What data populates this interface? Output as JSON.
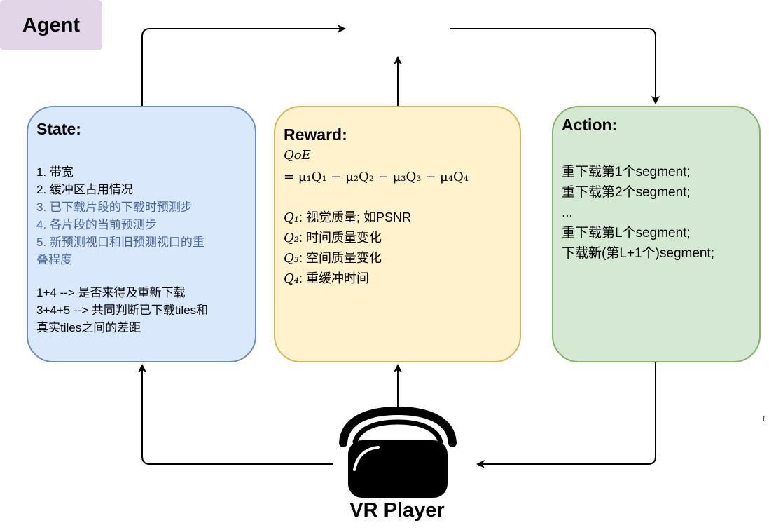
{
  "agent": {
    "label": "Agent"
  },
  "state": {
    "title": "State:",
    "items": [
      "1. 带宽",
      "2. 缓冲区占用情况",
      "3. 已下载片段的下载时预测步",
      "4. 各片段的当前预测步",
      "5. 新预测视口和旧预测视口的重",
      "叠程度"
    ],
    "notes": [
      "1+4 --> 是否来得及重新下载",
      "3+4+5 --> 共同判断已下载tiles和",
      "真实tiles之间的差距"
    ]
  },
  "reward": {
    "title": "Reward:",
    "qoe_lhs": "QoE",
    "qoe_rhs": "= μ₁Q₁ − μ₂Q₂ − μ₃Q₃ − μ₄Q₄",
    "terms": [
      {
        "symbol": "Q₁",
        "desc": ": 视觉质量; 如PSNR"
      },
      {
        "symbol": "Q₂",
        "desc": ": 时间质量变化"
      },
      {
        "symbol": "Q₃",
        "desc": ": 空间质量变化"
      },
      {
        "symbol": "Q₄",
        "desc": ": 重缓冲时间"
      }
    ]
  },
  "action": {
    "title": "Action:",
    "items": [
      "重下载第1个segment;",
      "重下载第2个segment;",
      "...",
      "重下载第L个segment;",
      "下载新(第L+1个)segment;"
    ]
  },
  "player": {
    "label": "VR Player",
    "icon": "vr-headset-icon"
  },
  "colors": {
    "agent_fill": "#e1d5e7",
    "agent_stroke": "#9673a6",
    "state_fill": "#dae8fc",
    "state_stroke": "#6c8ebf",
    "state_highlight_text": "#45639b",
    "reward_fill": "#fff2cc",
    "reward_stroke": "#d6b656",
    "action_fill": "#d5e8d4",
    "action_stroke": "#82b366"
  },
  "side_mark": "t"
}
